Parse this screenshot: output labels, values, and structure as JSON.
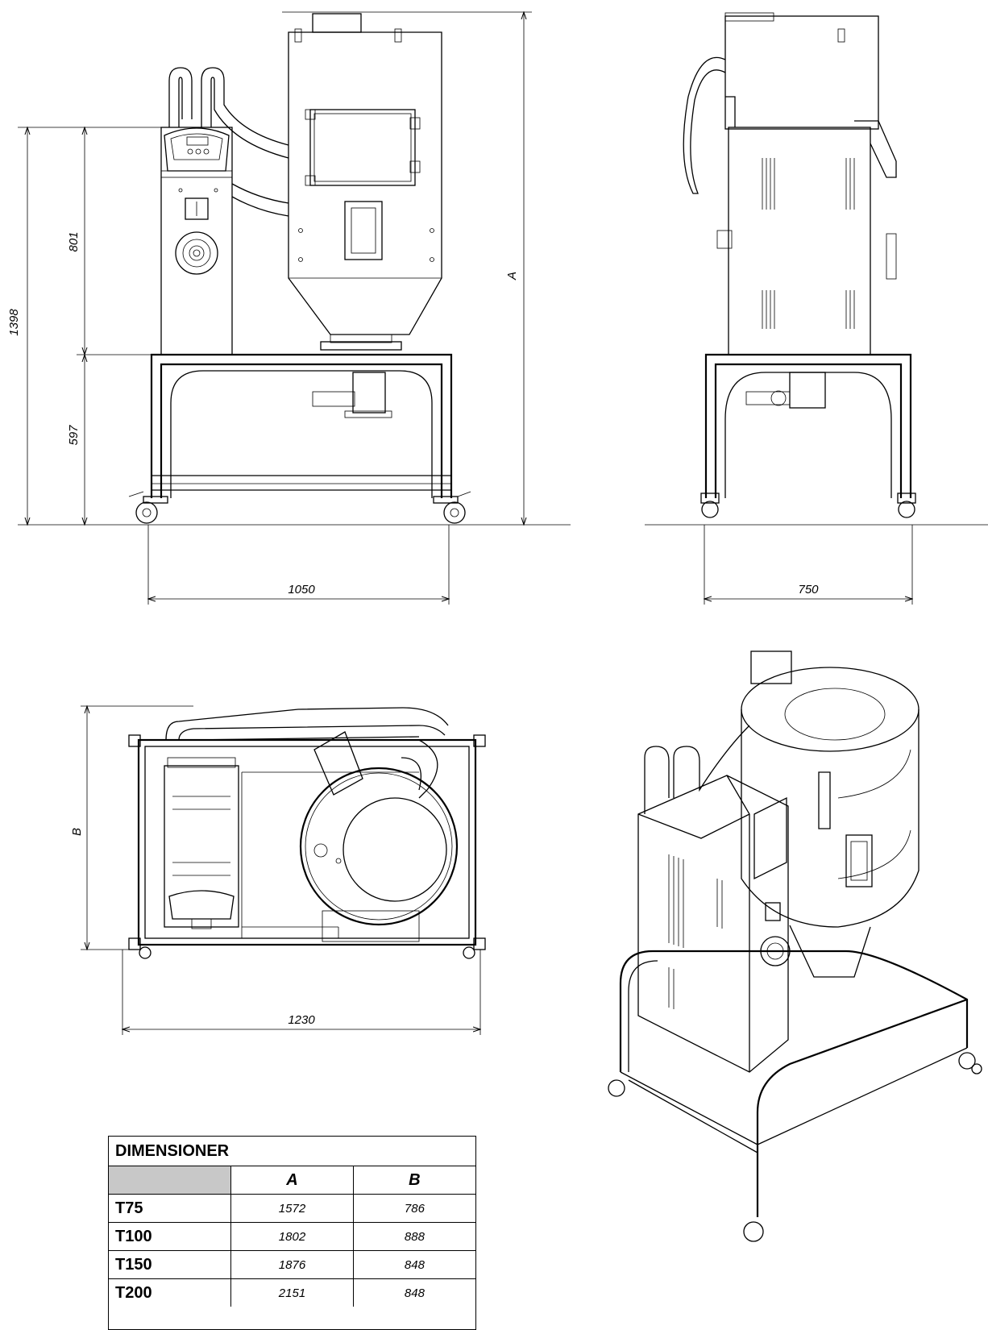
{
  "dimensions": {
    "height_total": "1398",
    "height_upper": "801",
    "height_lower": "597",
    "height_var": "A",
    "front_width": "1050",
    "side_width": "750",
    "top_depth_var": "B",
    "top_width": "1230"
  },
  "table": {
    "title": "DIMENSIONER",
    "col_a": "A",
    "col_b": "B",
    "rows": [
      {
        "model": "T75",
        "a": "1572",
        "b": "786"
      },
      {
        "model": "T100",
        "a": "1802",
        "b": "888"
      },
      {
        "model": "T150",
        "a": "1876",
        "b": "848"
      },
      {
        "model": "T200",
        "a": "2151",
        "b": "848"
      }
    ]
  }
}
